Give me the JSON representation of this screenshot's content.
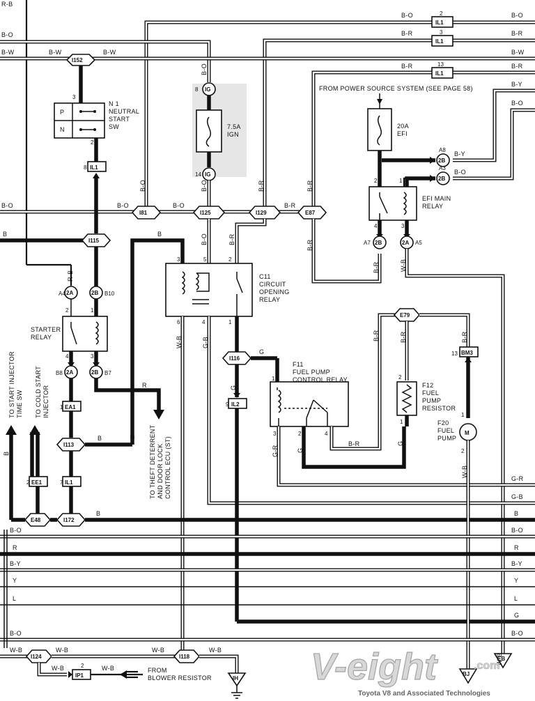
{
  "wire_labels": {
    "rb_top": "R-B",
    "bo_1": "B-O",
    "bo_1r": "B-O",
    "br_2": "B-R",
    "br_2r": "B-R",
    "bw_3a": "B-W",
    "bw_3b": "B-W",
    "bw_3r": "B-W",
    "br_4": "B-R",
    "br_4r": "B-R",
    "by_5r": "B-Y",
    "bo_6r": "B-O",
    "bo_left_main": "B-O",
    "bo_mid": "B-O",
    "bo_mid2": "B-O",
    "br_e87": "B-R",
    "b_left": "B",
    "b_i115": "B",
    "w_b_c11": "W-B",
    "g_b_c11": "G-B",
    "b_r_e79": "B-R",
    "b_r_f12": "B-R",
    "g_i116": "G",
    "r_starter": "R",
    "b_i113": "B",
    "b_main": "B",
    "g_r_f11": "G-R",
    "g_f11": "G",
    "b_r_f11": "B-R",
    "gr_right": "G-R",
    "gb_right": "G-B",
    "b_right": "B",
    "bo_right_low": "B-O",
    "r_right": "R",
    "by_right": "B-Y",
    "y_right": "Y",
    "l_right": "L",
    "g_right": "G",
    "bo_right_bot": "B-O",
    "bo_left_low": "B-O",
    "r_left_low": "R",
    "by_left_low": "B-Y",
    "y_left_low": "Y",
    "l_left_low": "L",
    "bo_left_bot": "B-O",
    "wb_bot_left": "W-B",
    "wb_bot_mid": "W-B",
    "wb_bot_i118": "W-B",
    "wb_bot_i124": "W-B",
    "wb_bot_ip1": "W-B",
    "b_y_efi": "B-Y",
    "b_o_efi": "B-O",
    "br_efi_out": "B-R",
    "wb_efi": "W-B",
    "wb_f20": "W-B",
    "bo_i81": "B-O",
    "bo_i125": "B-O",
    "br_i129": "B-R",
    "bo_ig": "B-O",
    "rb_2a": "R-B",
    "b_c11": "B",
    "b_r_c11": "B-R"
  },
  "connectors": {
    "il1_top": "IL1",
    "il1_3": "IL1",
    "il1_13": "IL1",
    "il1_nsw": "IL1",
    "il1_low": "IL1",
    "ea1": "EA1",
    "ee1": "EE1",
    "il2": "IL2",
    "bm3": "BM3",
    "ip1": "IP1",
    "i152": "I152",
    "i81": "I81",
    "i125": "I125",
    "i129": "I129",
    "e87": "E87",
    "i115": "I115",
    "i116": "I116",
    "i113": "I113",
    "i172": "I172",
    "e48": "E48",
    "e79": "E79",
    "i124": "I124",
    "i118": "I118",
    "io_top": "IG",
    "io_bot": "IG",
    "c2a_a4": "2A",
    "c2b_b10": "2B",
    "c2a_b8": "2A",
    "c2b_b7": "2B",
    "c2b_a8": "2B",
    "c2b_a3": "2B",
    "c2b_a7": "2B",
    "c2a_a5": "2A",
    "ih": "IH",
    "bj": "BJ",
    "eb": "EB"
  },
  "pins": {
    "il1_top_pin": "2",
    "il1_3_pin": "3",
    "il1_13_pin": "13",
    "nsw_pin3": "3",
    "nsw_pin2": "2",
    "il1_nsw_pin": "8",
    "ig_top_pin": "8",
    "ig_bot_pin": "14",
    "a4": "A4",
    "b10": "B10",
    "b8": "B8",
    "b7": "B7",
    "starter_p2": "2",
    "starter_p1": "1",
    "starter_p4": "4",
    "starter_p3": "3",
    "ea1_pin": "1",
    "ee1_pin": "2",
    "il1_low_pin": "7",
    "a8": "A8",
    "a3": "A3",
    "a7": "A7",
    "a5": "A5",
    "efi_p2": "2",
    "efi_p1": "1",
    "efi_p4": "4",
    "efi_p3": "3",
    "c11_p3": "3",
    "c11_p5": "5",
    "c11_p2": "2",
    "c11_p6": "6",
    "c11_p4": "4",
    "c11_p1": "1",
    "il2_pin": "9",
    "bm3_pin": "13",
    "ip1_pin": "2",
    "f11_p1": "1",
    "f11_p3": "3",
    "f11_p2": "2",
    "f11_p4": "4",
    "f12_p2": "2",
    "f12_p1": "1",
    "f20_p1": "1",
    "f20_p2": "2"
  },
  "components": {
    "n1": "N 1",
    "n1_name1": "NEUTRAL",
    "n1_name2": "START",
    "n1_name3": "SW",
    "nsw_p": "P",
    "nsw_n": "N",
    "fuse_75": "7.5A",
    "fuse_ign": "IGN",
    "fuse_20": "20A",
    "fuse_efi": "EFI",
    "efi_relay1": "EFI MAIN",
    "efi_relay2": "RELAY",
    "power_source": "FROM POWER SOURCE SYSTEM (SEE PAGE 58)",
    "c11": "C11",
    "c11_n1": "CIRCUIT",
    "c11_n2": "OPENING",
    "c11_n3": "RELAY",
    "starter1": "STARTER",
    "starter2": "RELAY",
    "f11": "F11",
    "f11_n1": "FUEL PUMP",
    "f11_n2": "CONTROL RELAY",
    "f12": "F12",
    "f12_n1": "FUEL",
    "f12_n2": "PUMP",
    "f12_n3": "RESISTOR",
    "f20": "F20",
    "f20_n1": "FUEL",
    "f20_n2": "PUMP",
    "f20_m": "M",
    "to_start": "TO START INJECTOR",
    "to_start2": "TIME SW",
    "to_cold": "TO COLD START",
    "to_cold2": "INJECTOR",
    "to_theft1": "TO THEFT DETERRENT",
    "to_theft2": "AND DOOR LOCK",
    "to_theft3": "CONTROL ECU (ST)",
    "from_blower1": "FROM",
    "from_blower2": "BLOWER RESISTOR"
  },
  "watermark": {
    "brand": "V-eight",
    "domain": ".com",
    "tagline": "Toyota V8 and Associated Technologies"
  },
  "colors": {
    "wire": "#111111",
    "ig_shade": "#dcdcdc",
    "watermark": "#cfcfcf"
  }
}
